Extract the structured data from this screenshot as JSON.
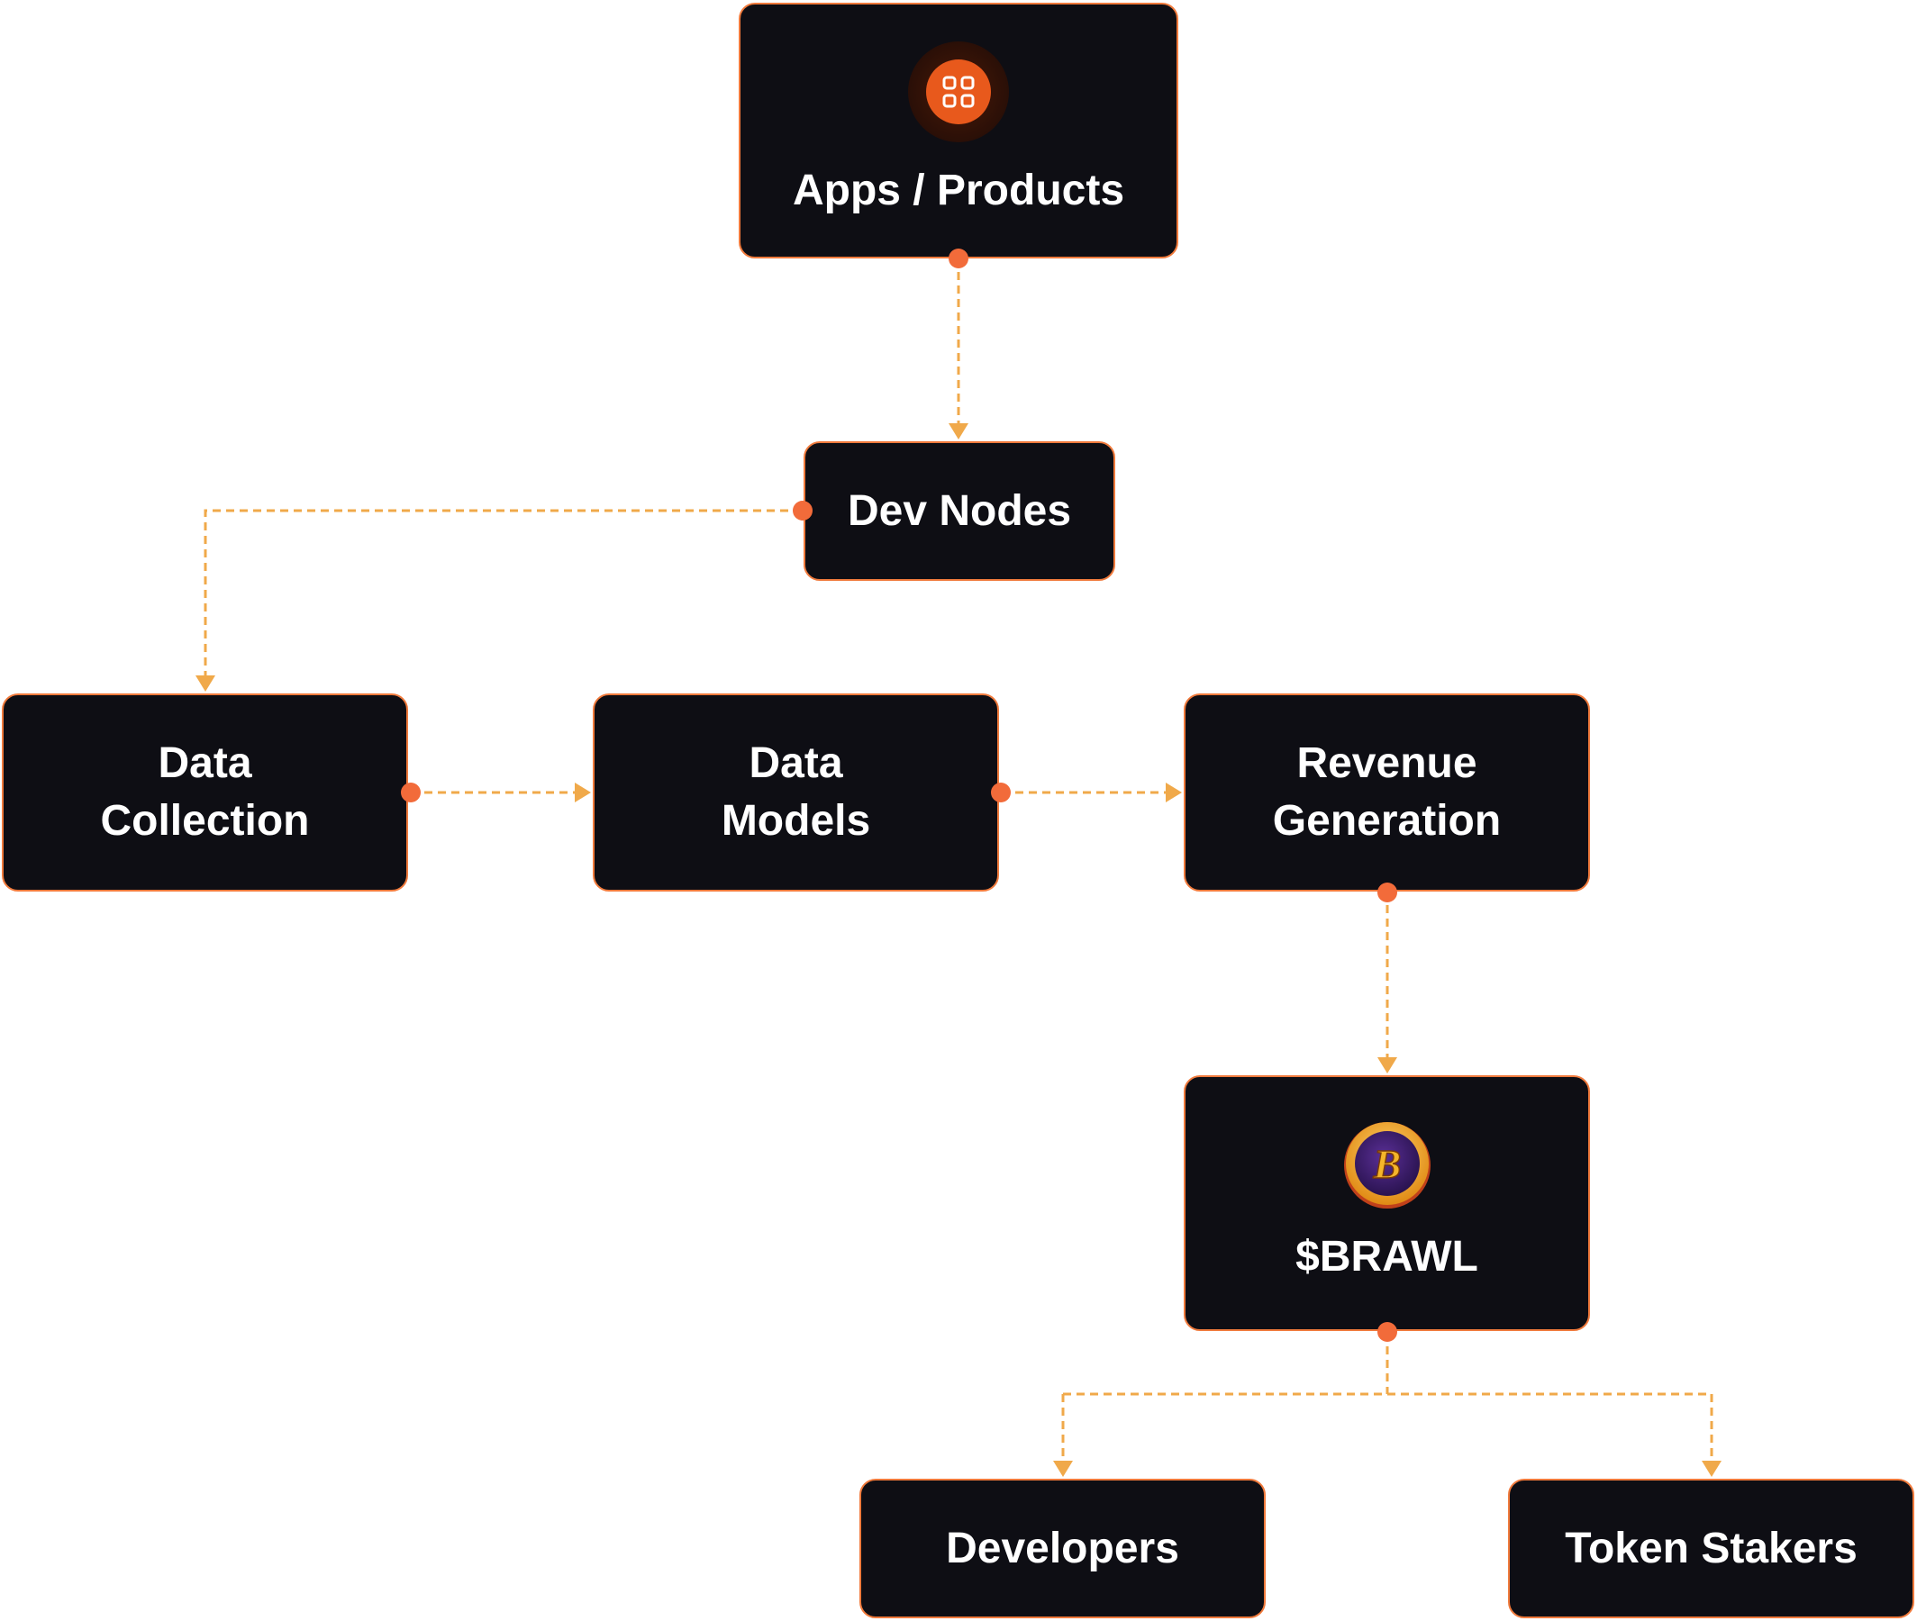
{
  "colors": {
    "node_fill": "#0e0e14",
    "node_border": "#f07a3c",
    "connector": "#f0a94a",
    "dot": "#f26b3a",
    "icon_accent": "#e8591c",
    "coin_gold": "#f5b52a",
    "coin_purple": "#3b1f6b"
  },
  "nodes": {
    "apps": {
      "label": "Apps / Products",
      "icon": "apps-grid-icon"
    },
    "dev_nodes": {
      "label": "Dev Nodes"
    },
    "data_collection": {
      "label": "Data\nCollection"
    },
    "data_models": {
      "label": "Data\nModels"
    },
    "revenue_generation": {
      "label": "Revenue\nGeneration"
    },
    "brawl": {
      "label": "$BRAWL",
      "icon": "brawl-coin-icon",
      "icon_letter": "B"
    },
    "developers": {
      "label": "Developers"
    },
    "token_stakers": {
      "label": "Token Stakers"
    }
  },
  "edges": [
    {
      "from": "Apps / Products",
      "to": "Dev Nodes"
    },
    {
      "from": "Dev Nodes",
      "to": "Data Collection"
    },
    {
      "from": "Data Collection",
      "to": "Data Models"
    },
    {
      "from": "Data Models",
      "to": "Revenue Generation"
    },
    {
      "from": "Revenue Generation",
      "to": "$BRAWL"
    },
    {
      "from": "$BRAWL",
      "to": "Developers"
    },
    {
      "from": "$BRAWL",
      "to": "Token Stakers"
    }
  ]
}
